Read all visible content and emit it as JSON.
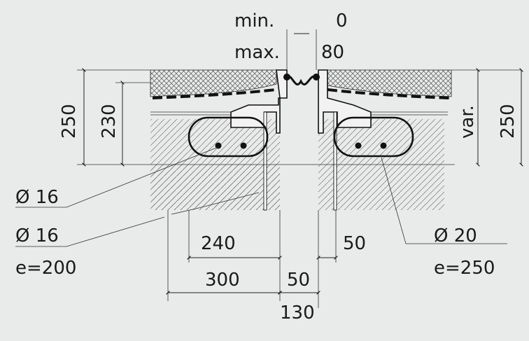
{
  "drawing": {
    "gap_labels": {
      "min_label": "min.",
      "min_value": "0",
      "max_label": "max.",
      "max_value": "80"
    },
    "left_dims": {
      "total_height": "250",
      "slab_height": "230"
    },
    "right_dims": {
      "variable": "var.",
      "total_height": "250"
    },
    "callouts": {
      "bar_left": "Ø 16",
      "stirrup_left": "Ø 16",
      "stirrup_left_spacing": "e=200",
      "bar_right": "Ø 20",
      "bar_right_spacing": "e=250"
    },
    "bottom_dims": {
      "anchor_left": "240",
      "anchor_right": "50",
      "block_left": "300",
      "gap": "50",
      "overall": "130"
    },
    "colors": {
      "background": "#e9eaea",
      "line": "#111111"
    }
  }
}
